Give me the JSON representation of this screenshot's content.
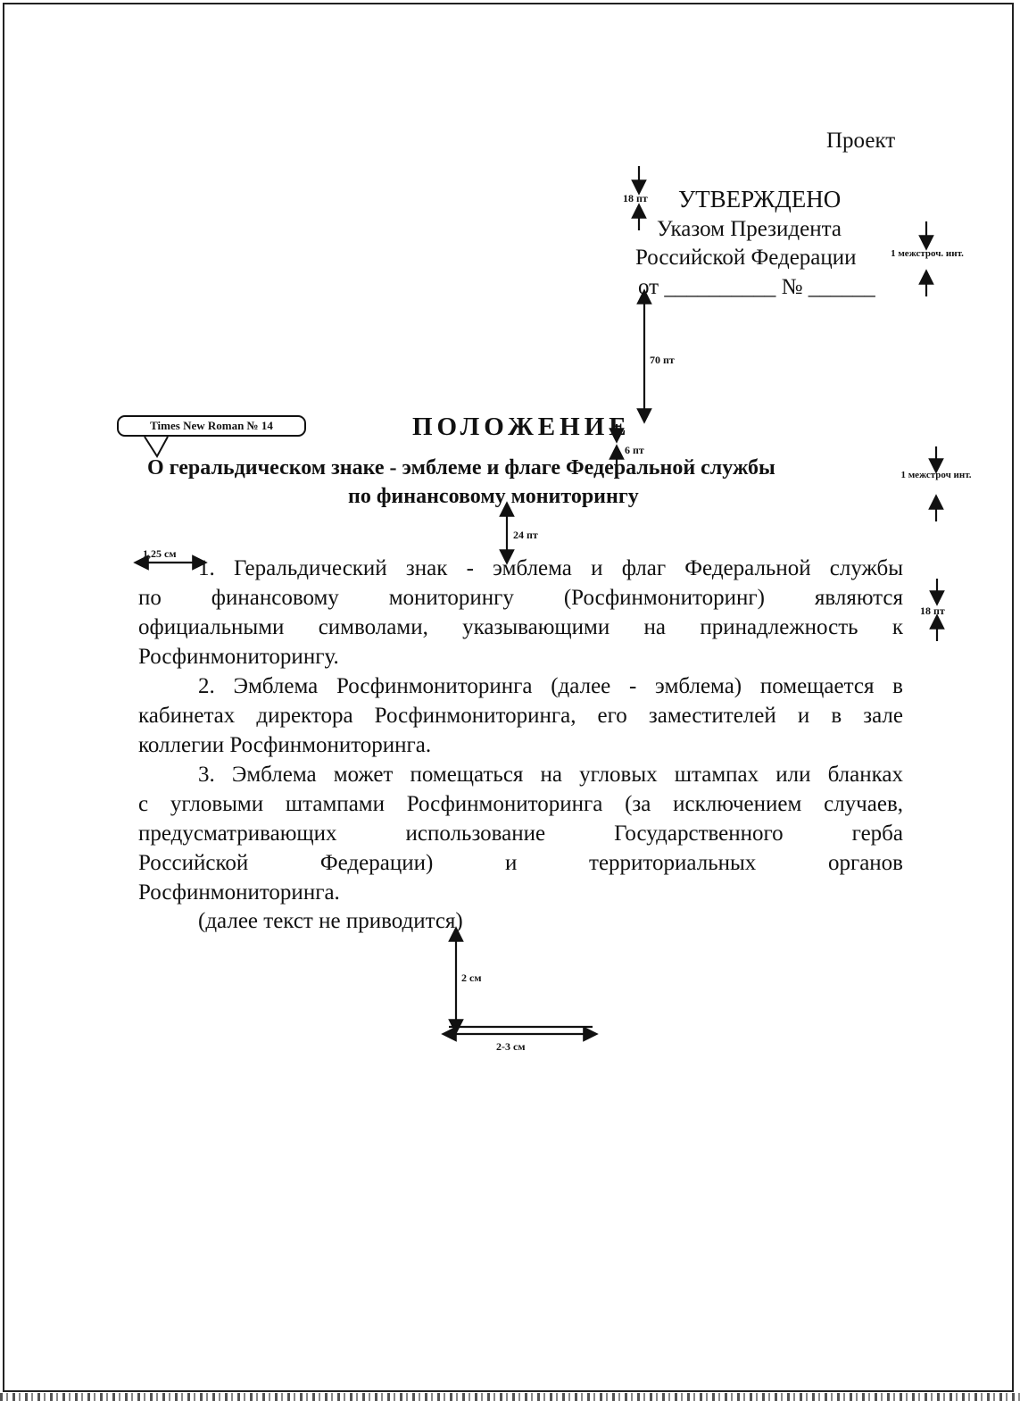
{
  "header": {
    "draft_label": "Проект",
    "approved": "УТВЕРЖДЕНО",
    "decree_line1": "Указом Президента",
    "decree_line2": "Российской Федерации",
    "date_line": "от __________ № ______"
  },
  "title": {
    "heading": "ПОЛОЖЕНИЕ",
    "subtitle_line1": "О геральдическом знаке - эмблеме и флаге Федеральной службы",
    "subtitle_line2": "по финансовому мониторингу"
  },
  "font_note": "Times New Roman № 14",
  "annotations": {
    "space_18pt_top": "18 пт",
    "line_spacing_right_1": "1 межстроч. инт.",
    "space_70pt": "70 пт",
    "space_6pt": "6 пт",
    "line_spacing_right_2": "1 межстроч инт.",
    "space_24pt": "24 пт",
    "indent": "1,25 см",
    "space_18pt_right": "18 пт",
    "margin_bottom": "2 см",
    "margin_left": "2-3 см"
  },
  "body": {
    "para1_lines": [
      "1. Геральдический знак - эмблема и флаг Федеральной службы",
      "по финансовому мониторингу (Росфинмониторинг) являются",
      "официальными символами, указывающими на принадлежность к",
      "Росфинмониторингу."
    ],
    "para2_lines": [
      "2. Эмблема Росфинмониторинга (далее - эмблема) помещается в",
      "кабинетах директора Росфинмониторинга, его заместителей и в зале",
      "коллегии Росфинмониторинга."
    ],
    "para3_lines": [
      "3. Эмблема может помещаться на угловых штампах или бланках",
      "с угловыми штампами Росфинмониторинга (за исключением случаев,",
      "предусматривающих использование Государственного герба",
      "Российской Федерации) и территориальных органов",
      "Росфинмониторинга."
    ],
    "closing": "(далее текст не приводится)"
  }
}
